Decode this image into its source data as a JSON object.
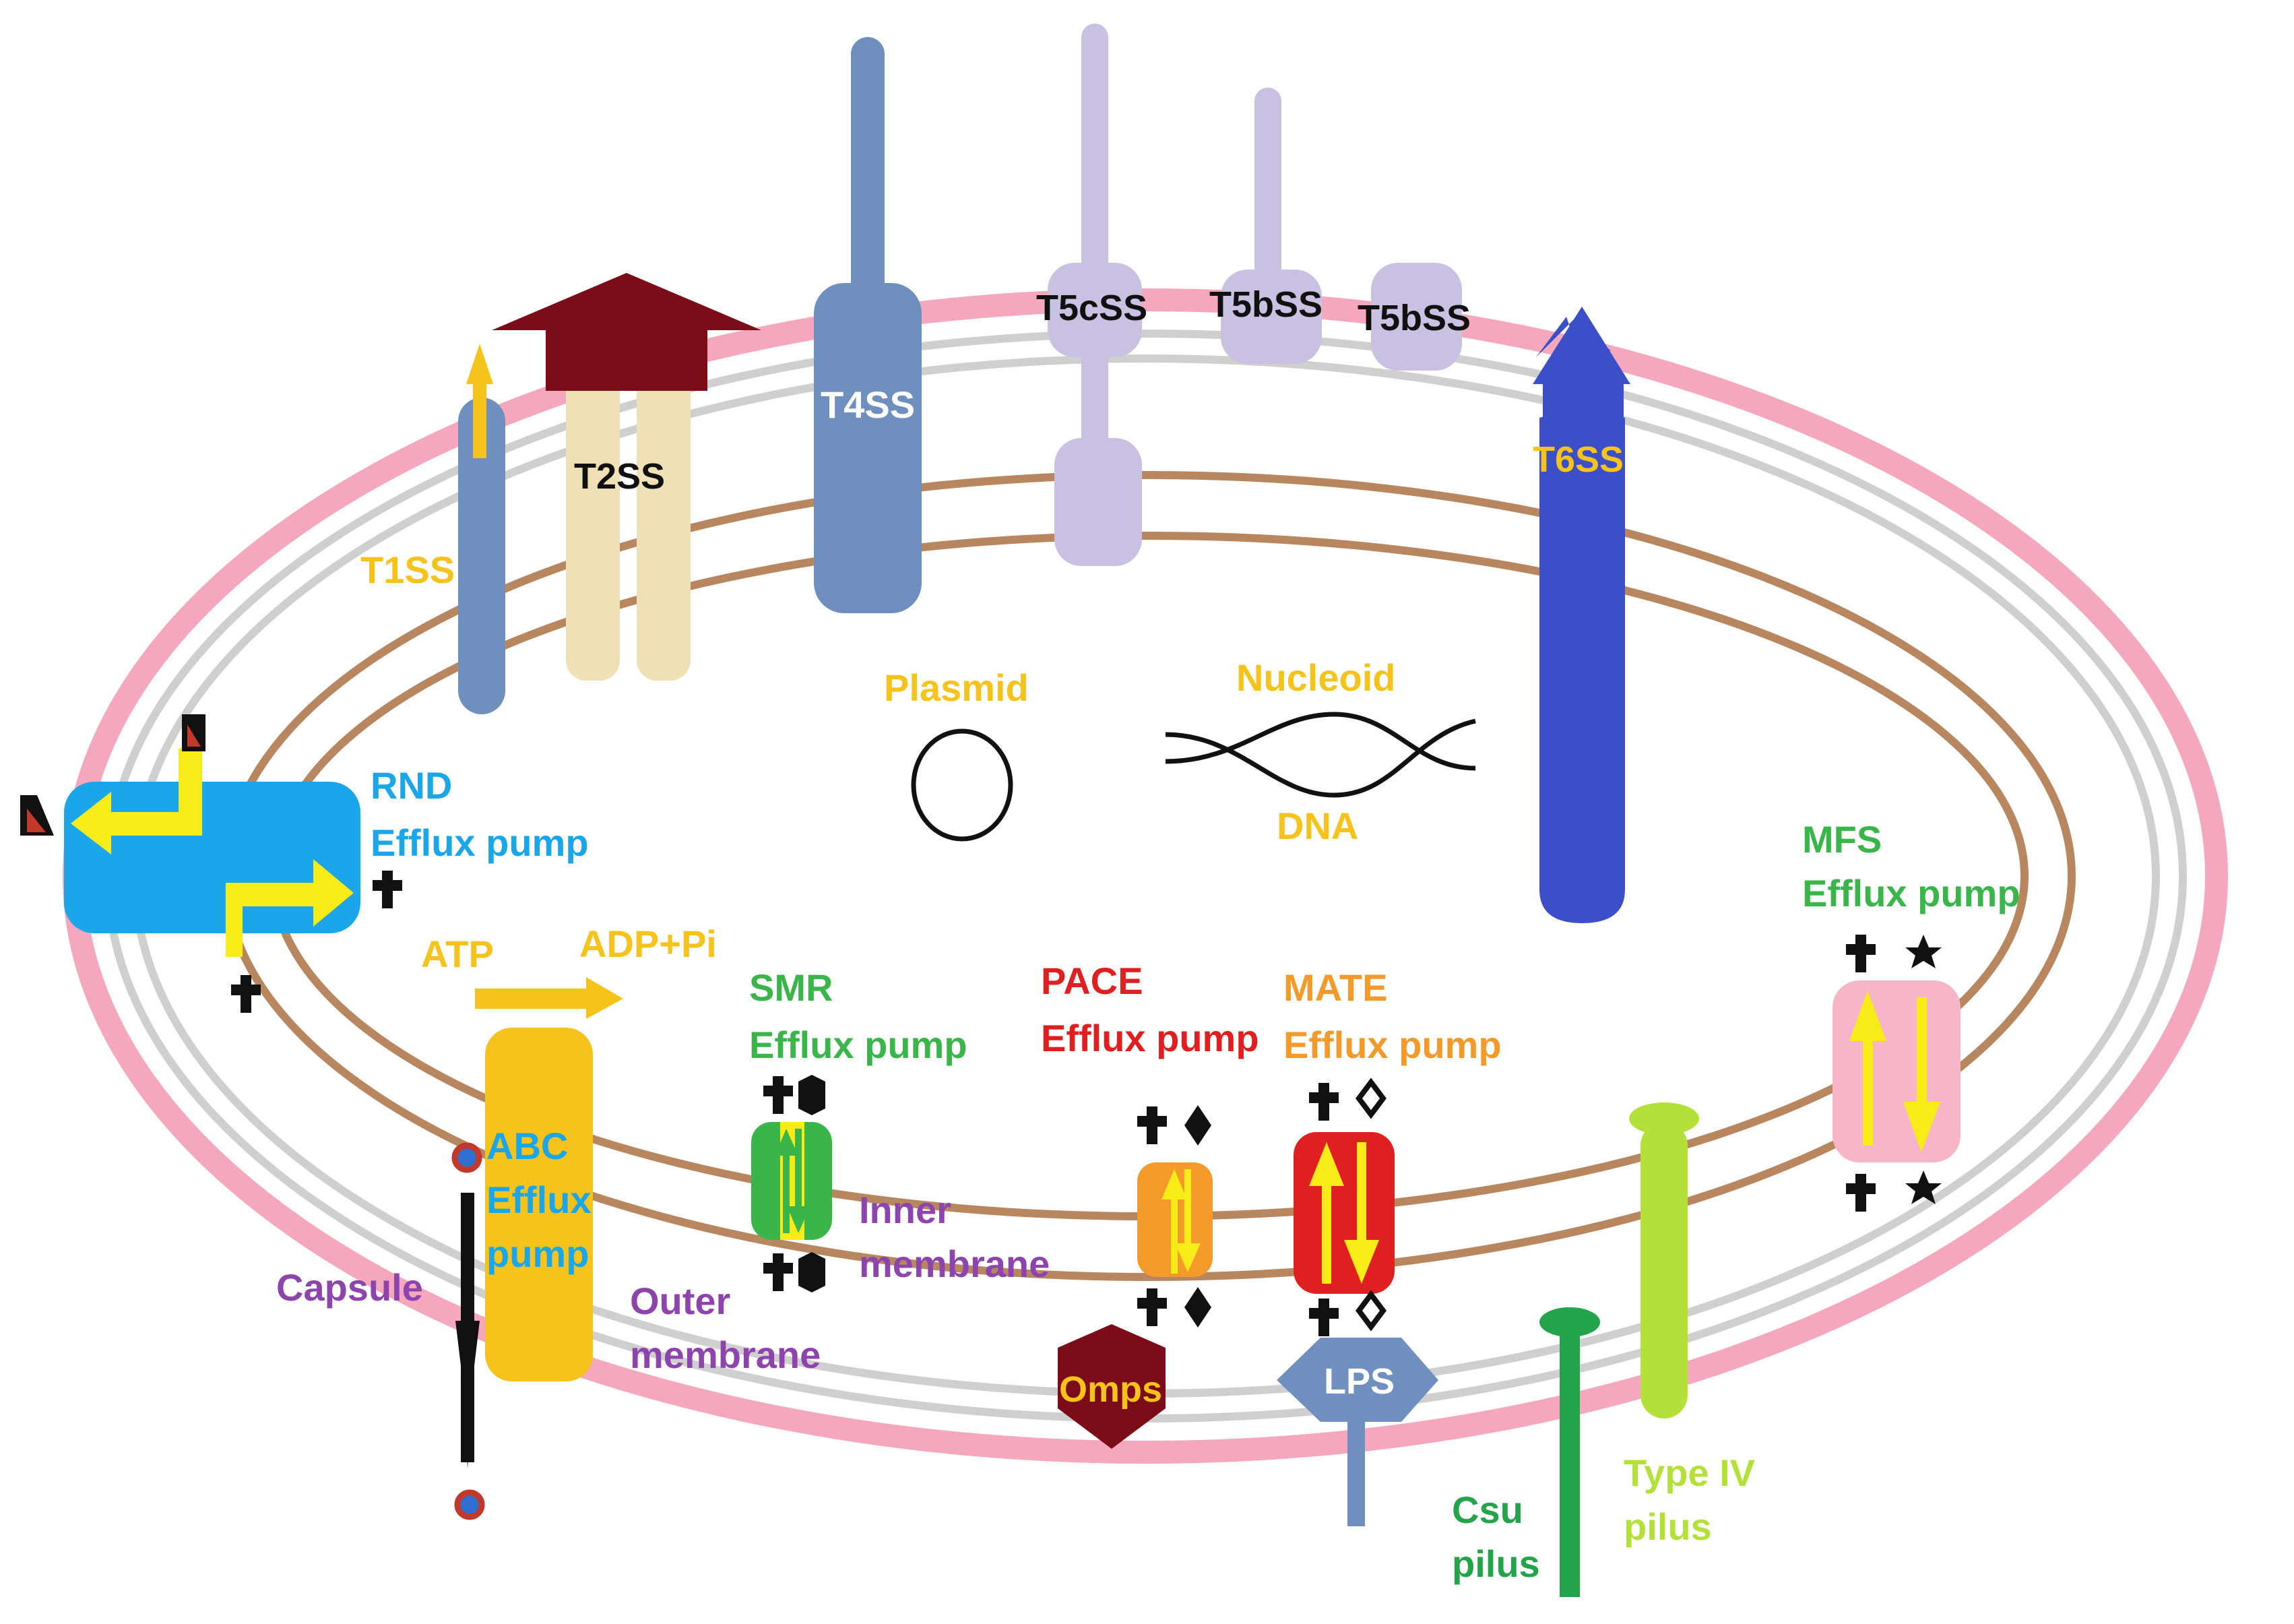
{
  "colors": {
    "capsule": "#f4a7bd",
    "outer_membrane": "#cfcfcf",
    "inner_membrane": "#b8865f",
    "steel_blue": "#6f8fbf",
    "cream": "#efe1b5",
    "dark_red": "#7b0c18",
    "lavender": "#c9c1e1",
    "t6ss_blue": "#3b4fc8",
    "yellow": "#f7ec17",
    "rnd_blue": "#1aa6e8",
    "abc_gold": "#f6c31d",
    "smr_green": "#39b54a",
    "pace_orange": "#f39a2a",
    "mate_red": "#e02020",
    "mfs_pink": "#f6b5c8",
    "csu_green": "#23a34a",
    "typeiv_green": "#b4e03a",
    "omps_red": "#7b0c18",
    "lps_blue": "#7090c0"
  },
  "labels": {
    "t1ss": "T1SS",
    "t2ss": "T2SS",
    "t4ss": "T4SS",
    "t5css": "T5cSS",
    "t5bss_1": "T5bSS",
    "t5bss_2": "T5bSS",
    "t6ss": "T6SS",
    "rnd_1": "RND",
    "rnd_2": "Efflux pump",
    "plasmid": "Plasmid",
    "nucleoid": "Nucleoid",
    "dna": "DNA",
    "mfs_1": "MFS",
    "mfs_2": "Efflux pump",
    "atp": "ATP",
    "adp": "ADP+Pi",
    "smr_1": "SMR",
    "smr_2": "Efflux pump",
    "pace_1": "PACE",
    "pace_2": "Efflux pump",
    "mate_1": "MATE",
    "mate_2": "Efflux pump",
    "abc_1": "ABC",
    "abc_2": "Efflux",
    "abc_3": "pump",
    "inner_1": "Inner",
    "inner_2": "membrane",
    "capsule": "Capsule",
    "outer_1": "Outer",
    "outer_2": "membrane",
    "omps": "Omps",
    "lps": "LPS",
    "csu_1": "Csu",
    "csu_2": "pilus",
    "typeiv_1": "Type IV",
    "typeiv_2": "pilus"
  },
  "icons": {
    "substrate_cross": "plus-shaped-substrate-icon",
    "substrate_diamond": "diamond-substrate-icon",
    "substrate_star": "star-substrate-icon",
    "substrate_triangle": "triangle-substrate-icon",
    "transport_arrow": "yellow-arrow-icon"
  }
}
